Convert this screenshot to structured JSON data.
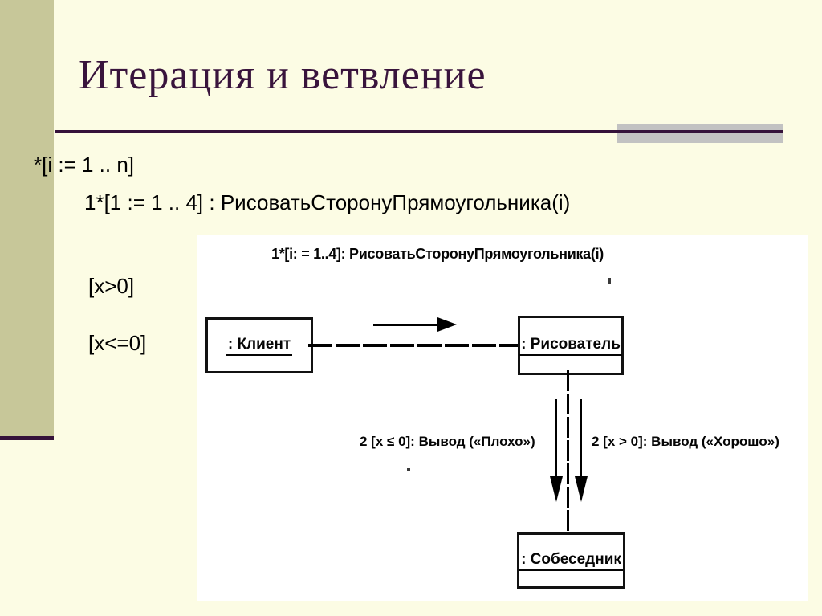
{
  "slide": {
    "title": "Итерация и ветвление",
    "lines": [
      "*[i := 1 .. n]",
      "1*[1 := 1 .. 4] : РисоватьСторонуПрямоугольника(i)",
      "[x>0]",
      "[x<=0]"
    ]
  },
  "diagram": {
    "header": "1*[i: = 1..4]: РисоватьСторонуПрямоугольника(i)",
    "nodes": {
      "client": ": Клиент",
      "drawer": ": Рисователь",
      "interlocutor": ": Собеседник"
    },
    "messages": {
      "left": "2 [x ≤ 0]: Вывод («Плохо»)",
      "right": "2 [x > 0]: Вывод («Хорошо»)"
    }
  },
  "colors": {
    "background": "#FCFCE4",
    "sidebar_olive": "#C7C799",
    "accent_plum": "#39143C",
    "gray_bar": "#C2C2C2",
    "panel_white": "#FFFFFF",
    "text_black": "#000000"
  }
}
